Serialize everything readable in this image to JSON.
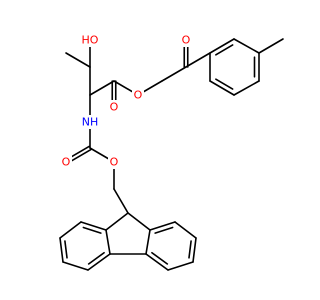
{
  "molecule": {
    "atoms": [
      {
        "key": "o_ketone",
        "text": "O",
        "color": "#ff0000"
      },
      {
        "key": "oh",
        "text": "HO",
        "color": "#ff0000"
      },
      {
        "key": "o_ester_single",
        "text": "O",
        "color": "#ff0000"
      },
      {
        "key": "o_ester_double",
        "text": "O",
        "color": "#ff0000"
      },
      {
        "key": "nh",
        "text": "NH",
        "color": "#0000ff"
      },
      {
        "key": "o_carbamate_double",
        "text": "O",
        "color": "#ff0000"
      },
      {
        "key": "o_carbamate_single",
        "text": "O",
        "color": "#ff0000"
      }
    ],
    "bond_color": "#000000",
    "background": "#ffffff"
  }
}
